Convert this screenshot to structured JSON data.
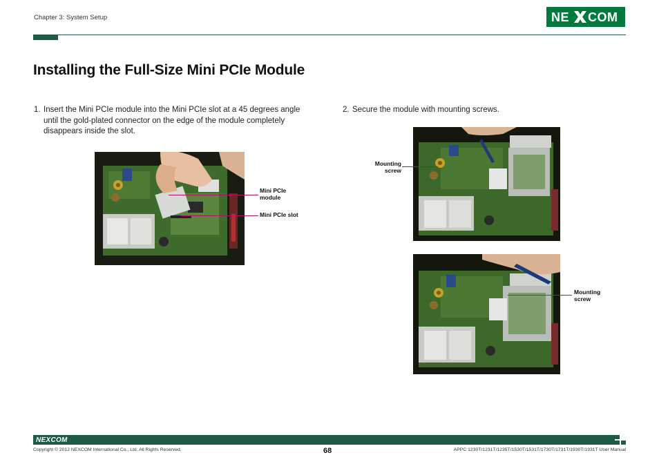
{
  "header": {
    "chapter": "Chapter 3: System Setup",
    "brand": "NEXCOM",
    "brand_color": "#007a3d"
  },
  "title": "Installing the Full-Size Mini PCIe Module",
  "steps": [
    {
      "number": "1.",
      "text": "Insert the Mini PCIe module into the Mini PCIe slot at a 45 degrees angle until the gold-plated connector on the edge of the module completely disappears inside the slot."
    },
    {
      "number": "2.",
      "text": "Secure the module with mounting screws."
    }
  ],
  "callouts": {
    "mini_pcie_module": "Mini PCIe\nmodule",
    "mini_pcie_slot": "Mini PCIe slot",
    "mounting_screw_top": "Mounting\nscrew",
    "mounting_screw_bottom": "Mounting\nscrew"
  },
  "footer": {
    "brand": "NEXCOM",
    "copyright": "Copyright © 2012 NEXCOM International Co., Ltd. All Rights Reserved.",
    "page": "68",
    "manual": "APPC 1230T/1231T/1235T/1530T/1531T/1730T/1731T/1930T/1931T User Manual"
  },
  "colors": {
    "accent": "#1e5a47",
    "leader": "#b0125f"
  }
}
